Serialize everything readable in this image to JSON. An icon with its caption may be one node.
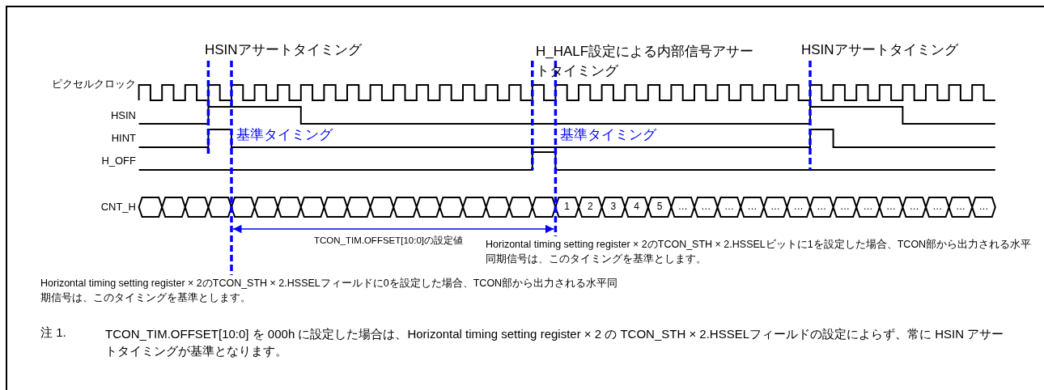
{
  "diagram": {
    "labels": [
      "HSINアサートタイミング",
      "H_HALF設定による内部信号アサートタイミング",
      "HSINアサートタイミング",
      "ピクセルクロック",
      "HSIN",
      "HINT",
      "基準タイミング",
      "基準タイミング",
      "H_OFF",
      "CNT_H",
      "1",
      "2",
      "3",
      "4",
      "5",
      "…",
      "…",
      "…",
      "…",
      "…",
      "…",
      "…",
      "…",
      "…",
      "…",
      "…",
      "…",
      "…",
      "…",
      "TCON_TIM.OFFSET[10:0]の設定値",
      "Horizontal timing setting register × 2のTCON_STH × 2.HSSELビットに1を設定した場合、TCON部から出力される水平同期信号は、このタイミングを基準とします。",
      "Horizontal timing setting register × 2のTCON_STH × 2.HSSELフィールドに0を設定した場合、TCON部から出力される水平同期信号は、このタイミングを基準とします。",
      "注 1.",
      "TCON_TIM.OFFSET[10:0] を 000h に設定した場合は、Horizontal timing setting register × 2 の TCON_STH × 2.HSSELフィールドの設定によらず、常に HSIN アサートタイミングが基準となります。"
    ]
  }
}
